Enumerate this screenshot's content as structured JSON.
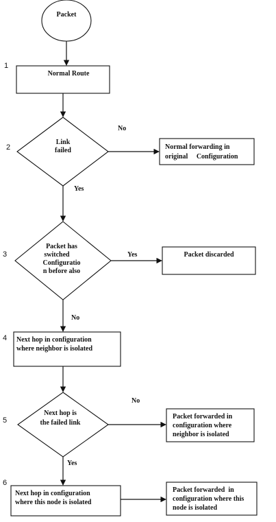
{
  "nodes": {
    "start": [
      "Packet"
    ],
    "normal_route": [
      "Normal Route"
    ],
    "link_failed": [
      "Link",
      "failed"
    ],
    "normal_forwarding": [
      "Normal forwarding in",
      "original     Configuration"
    ],
    "switched_before": [
      "Packet has",
      "switched",
      "Configuratio",
      "n before also"
    ],
    "discarded": [
      "Packet discarded"
    ],
    "next_hop_neighbor": [
      "Next hop in configuration",
      "where neighbor is isolated"
    ],
    "next_hop_failed": [
      "Next hop is",
      "the failed link"
    ],
    "forwarded_neighbor": [
      "Packet forwarded in",
      "configuration where",
      "neighbor is isolated"
    ],
    "next_hop_node": [
      "Next hop in configuration",
      "where this node is isolated"
    ],
    "forwarded_node": [
      "Packet forwarded  in",
      "configuration where this",
      "node is isolated"
    ]
  },
  "edge_labels": {
    "link_failed_no": "No",
    "link_failed_yes": "Yes",
    "switched_yes": "Yes",
    "switched_no": "No",
    "next_hop_no": "No",
    "next_hop_yes": "Yes"
  },
  "step_numbers": [
    "1",
    "2",
    "3",
    "4",
    "5",
    "6"
  ]
}
